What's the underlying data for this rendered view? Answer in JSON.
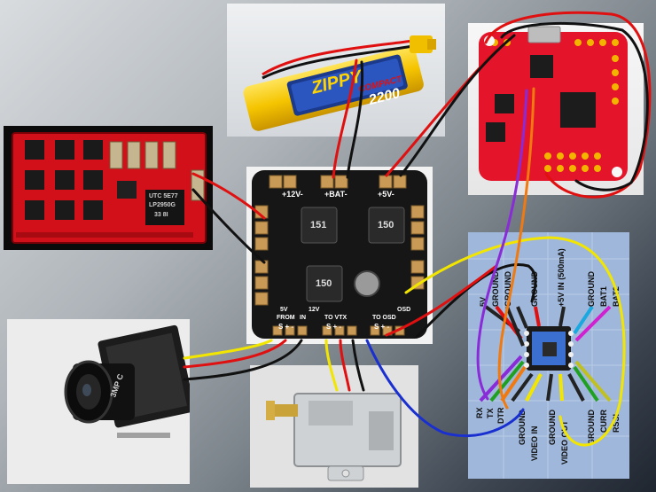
{
  "battery": {
    "brand": "ZIPPY",
    "series": "COMPACT",
    "capacity": "2200"
  },
  "esc": {
    "chip_line1": "UTC 5E77",
    "chip_line2": "LP2950G",
    "chip_line3": "33 8I"
  },
  "pdb": {
    "top_labels": {
      "v12": "+12V-",
      "bat": "+BAT-",
      "v5": "+5V-"
    },
    "inductors": [
      "151",
      "150",
      "150"
    ],
    "bottom_headers": {
      "from_cam": "FROM",
      "in": "IN",
      "to_vtx": "TO VTX",
      "to_osd": "TO OSD"
    },
    "bottom_pins": "S + -",
    "side_labels": {
      "v5": "5V",
      "v12": "12V",
      "osd": "OSD"
    }
  },
  "osd": {
    "top_pins": [
      "5V",
      "GROUND",
      "GROUND",
      "GROUND",
      "+5V IN (500mA)",
      "GROUND",
      "BAT1",
      "BAT2"
    ],
    "bottom_pins": [
      "RX",
      "TX",
      "DTR",
      "GROUND",
      "VIDEO IN",
      "GROUND",
      "VIDEO OUT",
      "GROUND",
      "CURR",
      "RSSI"
    ]
  },
  "camera": {
    "lens_text": "3MP C"
  },
  "colors": {
    "wire_red": "#e01010",
    "wire_black": "#111111",
    "wire_yellow": "#f2e600",
    "wire_blue": "#1a2fd0",
    "wire_orange": "#f07a10",
    "wire_purple": "#8a2bd8",
    "board_red": "#d8121e",
    "board_osd": "#3b6fd0"
  }
}
